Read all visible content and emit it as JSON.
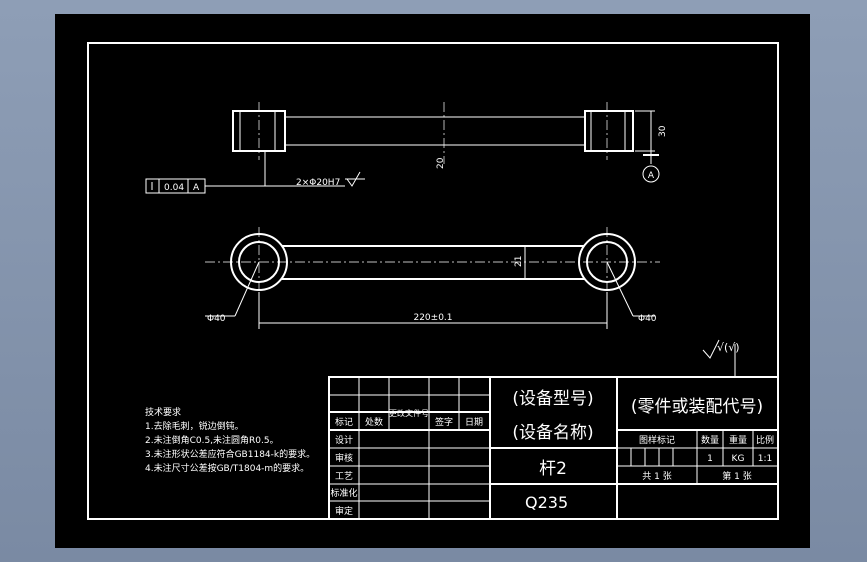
{
  "drawing": {
    "part_name": "杆2",
    "material": "Q235",
    "device_model": "(设备型号)",
    "device_name": "(设备名称)",
    "part_code": "(零件或装配代号)"
  },
  "tech_requirements": {
    "title": "技术要求",
    "items": [
      "1.去除毛刺，锐边倒钝。",
      "2.未注倒角C0.5,未注圆角R0.5。",
      "3.未注形状公差应符合GB1184-k的要求。",
      "4.未注尺寸公差按GB/T1804-m的要求。"
    ]
  },
  "title_block": {
    "rev_headers": [
      "标记",
      "处数",
      "更改文件号",
      "签字",
      "日期"
    ],
    "sign_rows": [
      "设计",
      "审核",
      "工艺",
      "标准化",
      "审定"
    ],
    "info_headers": [
      "图样标记",
      "数量",
      "重量",
      "比例"
    ],
    "qty": "1",
    "weight": "KG",
    "scale": "1:1",
    "sheets_total": "共 1 张",
    "sheet_no": "第 1 张"
  },
  "dimensions": {
    "length": "220±0.1",
    "hole_left": "Φ40",
    "hole_right": "Φ40",
    "datum": "A",
    "tol_value": "0.04",
    "tol_datum": "A",
    "hole_fit": "2×Φ20H7",
    "arm_width": "20",
    "end_width": "30",
    "arm_height": "21",
    "roughness_general": "√(√)"
  }
}
